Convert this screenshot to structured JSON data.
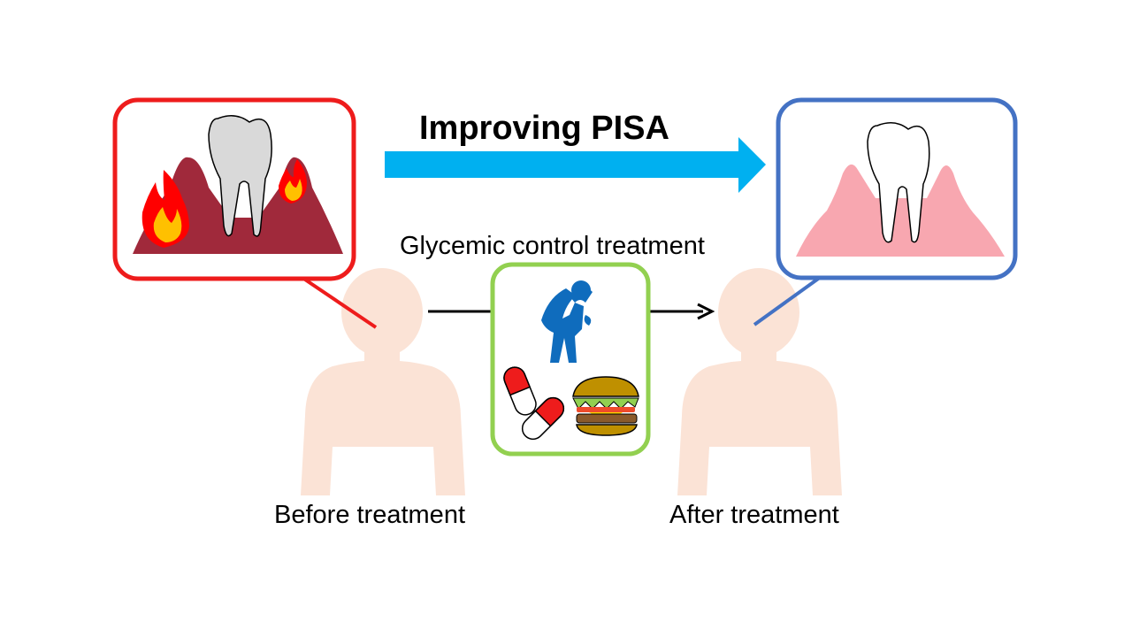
{
  "diagram": {
    "title": "Improving PISA",
    "treatment_label": "Glycemic control treatment",
    "before_label": "Before treatment",
    "after_label": "After treatment"
  },
  "colors": {
    "before_frame": "#ee1c1c",
    "after_frame": "#4472c4",
    "treatment_frame": "#92d050",
    "big_arrow": "#00b0f0",
    "inflamed_gum": "#a0293b",
    "healthy_gum": "#f8a7b0",
    "body_silhouette": "#fbe3d6",
    "flame_outer": "#ff0000",
    "flame_inner": "#ffc000",
    "exercise_figure": "#0f6cbd"
  },
  "icons": [
    "inflamed-tooth-icon",
    "healthy-tooth-icon",
    "flame-icon",
    "exercise-person-icon",
    "capsule-pill-icon",
    "hamburger-icon",
    "person-silhouette-icon"
  ]
}
